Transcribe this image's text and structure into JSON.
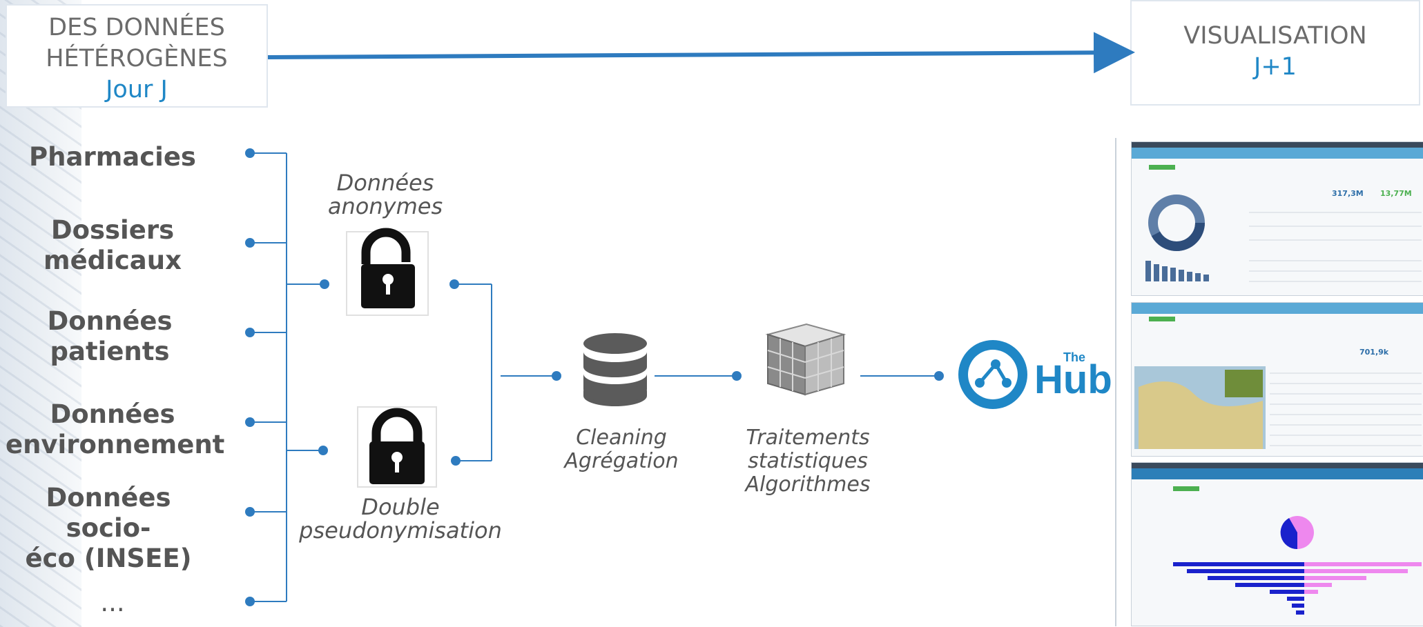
{
  "header": {
    "source_line1": "DES DONNÉES",
    "source_line2": "HÉTÉROGÈNES",
    "source_day": "Jour J",
    "target_title": "VISUALISATION",
    "target_day": "J+1"
  },
  "sources": [
    {
      "line1": "Pharmacies",
      "line2": ""
    },
    {
      "line1": "Dossiers",
      "line2": "médicaux"
    },
    {
      "line1": "Données",
      "line2": "patients"
    },
    {
      "line1": "Données",
      "line2": "environnement"
    },
    {
      "line1": "Données socio-",
      "line2": "éco (INSEE)"
    },
    {
      "line1": "...",
      "line2": ""
    }
  ],
  "steps": {
    "anon_line1": "Données",
    "anon_line2": "anonymes",
    "pseudo_line1": "Double",
    "pseudo_line2": "pseudonymisation",
    "clean_line1": "Cleaning",
    "clean_line2": "Agrégation",
    "stats_line1": "Traitements",
    "stats_line2": "statistiques",
    "stats_line3": "Algorithmes",
    "hub_small": "The",
    "hub_big": "Hub"
  },
  "screens": {
    "kpi1": "317,3M",
    "kpi2": "13,77M",
    "kpi3": "701,9k"
  },
  "colors": {
    "accent": "#1f87c6",
    "line": "#2e7bbf",
    "text": "#555555",
    "hub": "#1f87c6"
  },
  "icons": [
    "unlocked-padlock-icon",
    "locked-padlock-icon",
    "database-icon",
    "cube-icon",
    "hub-logo-icon"
  ]
}
